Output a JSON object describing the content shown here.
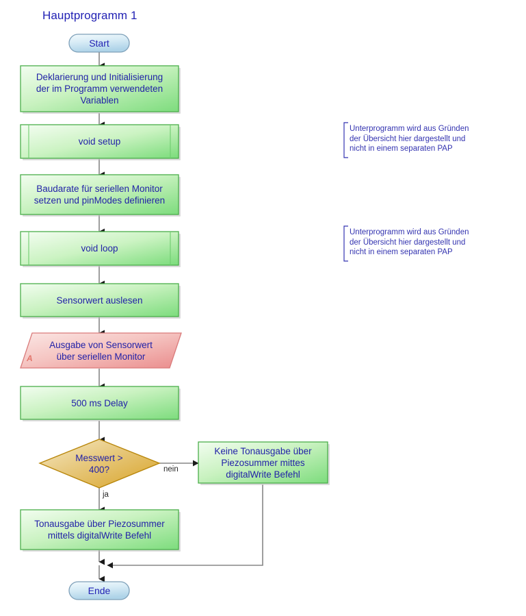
{
  "diagram": {
    "title": "Hauptprogramm 1",
    "type": "flowchart",
    "colors": {
      "text_blue": "#2222a8",
      "process_green_light": "#e9fbe5",
      "process_green_dark": "#7ade7a",
      "process_border": "#44aa44",
      "terminator_fill_light": "#eaf6fb",
      "terminator_fill_dark": "#b9dced",
      "terminator_border": "#7d9fb8",
      "decision_light": "#f3e0a8",
      "decision_dark": "#d9a425",
      "decision_border": "#b8860b",
      "io_light": "#fadada",
      "io_dark": "#e98d8d",
      "io_border": "#d06a6a",
      "connector_gray": "#808080",
      "note_blue": "#3333b0"
    },
    "nodes": [
      {
        "id": "start",
        "shape": "terminator",
        "label": "Start"
      },
      {
        "id": "declare",
        "shape": "process",
        "label": "Deklarierung und Initialisierung\nder im Programm verwendeten\nVariablen"
      },
      {
        "id": "void-setup",
        "shape": "subprocess",
        "label": "void setup"
      },
      {
        "id": "baudrate",
        "shape": "process",
        "label": "Baudarate für seriellen Monitor\nsetzen und pinModes definieren"
      },
      {
        "id": "void-loop",
        "shape": "subprocess",
        "label": "void loop"
      },
      {
        "id": "sensor-read",
        "shape": "process",
        "label": "Sensorwert auslesen"
      },
      {
        "id": "output",
        "shape": "io",
        "label": "Ausgabe von Sensorwert\nüber seriellen Monitor",
        "marker": "A"
      },
      {
        "id": "delay",
        "shape": "process",
        "label": "500 ms Delay"
      },
      {
        "id": "decision",
        "shape": "decision",
        "label": "Messwert >\n400?"
      },
      {
        "id": "no-tone",
        "shape": "process",
        "label": "Keine Tonausgabe über\nPiezosummer mittes\ndigitalWrite Befehl"
      },
      {
        "id": "tone",
        "shape": "process",
        "label": "Tonausgabe über Piezosummer\nmittels digitalWrite Befehl"
      },
      {
        "id": "ende",
        "shape": "terminator",
        "label": "Ende"
      }
    ],
    "edge_labels": {
      "no_branch": "nein",
      "yes_branch": "ja"
    },
    "notes": [
      {
        "id": "note-setup",
        "text": "Unterprogramm wird aus Gründen\nder Übersicht hier dargestellt und\nnicht in einem separaten PAP"
      },
      {
        "id": "note-loop",
        "text": "Unterprogramm wird aus Gründen\nder Übersicht hier dargestellt und\nnicht in einem separaten PAP"
      }
    ]
  }
}
